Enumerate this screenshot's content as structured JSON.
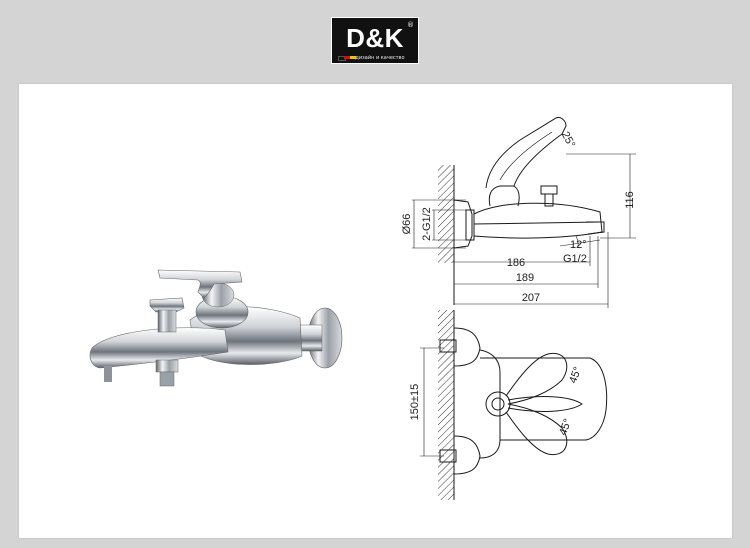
{
  "logo": {
    "brand": "D&K",
    "registered": "®",
    "tagline": "дизайн и качество"
  },
  "dimensions": {
    "angle_top": "25°",
    "height_116": "116",
    "diameter": "Ø66",
    "thread_pair": "2-G1/2",
    "angle_spout": "12°",
    "len_186": "186",
    "thread_outlet": "G1/2",
    "len_189": "189",
    "len_207": "207",
    "angle_upper": "45°",
    "angle_lower": "45°",
    "center_distance": "150±15"
  },
  "colors": {
    "background": "#d4d4d4",
    "sheet": "#ffffff",
    "logo_bg": "#111111",
    "line": "#1a1a1a"
  }
}
